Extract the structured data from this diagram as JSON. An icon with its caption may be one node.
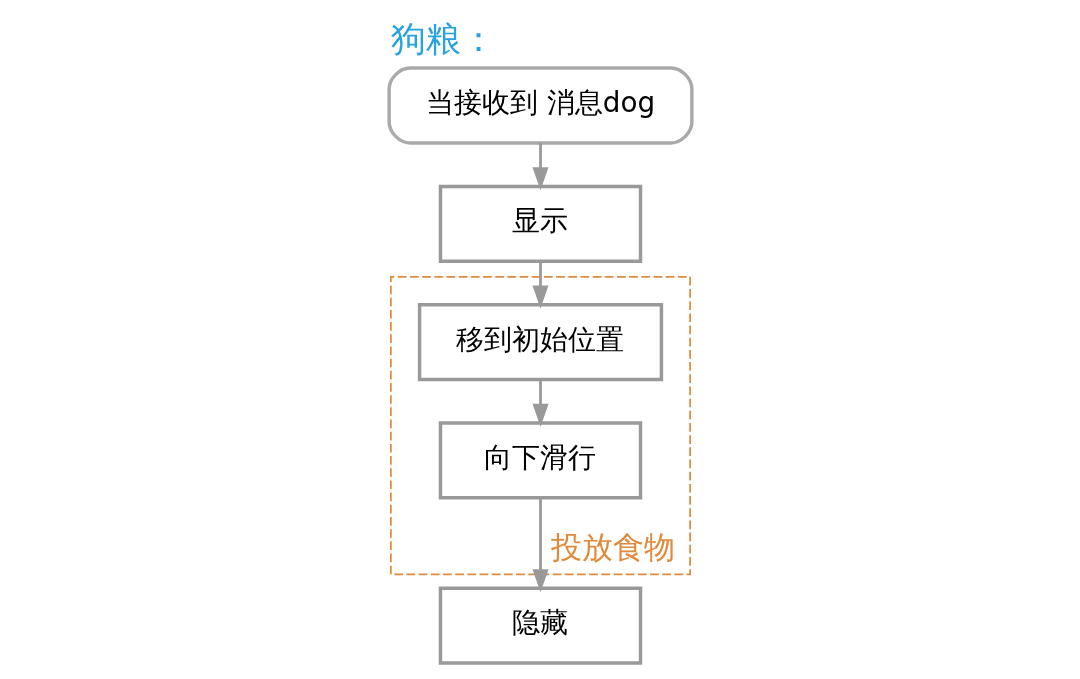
{
  "diagram": {
    "title": "狗粮：",
    "nodes": [
      {
        "text": [
          "当接收到 消息dog"
        ]
      },
      {
        "text": [
          "显示"
        ]
      },
      {
        "text": [
          "投放食物"
        ]
      },
      {
        "text": [
          "移到初始位置"
        ],
        "in": 2
      },
      {
        "text": [
          "向下滑行"
        ],
        "in": 2
      },
      {
        "text": [
          "隐藏"
        ]
      }
    ],
    "edges": [
      {
        "from": 0,
        "to": 1,
        "arrow": "to"
      },
      {
        "from": 1,
        "to": 3,
        "arrow": "to"
      },
      {
        "from": 3,
        "to": 4,
        "arrow": "to"
      },
      {
        "from": 4,
        "to": 5,
        "arrow": "to"
      }
    ]
  }
}
